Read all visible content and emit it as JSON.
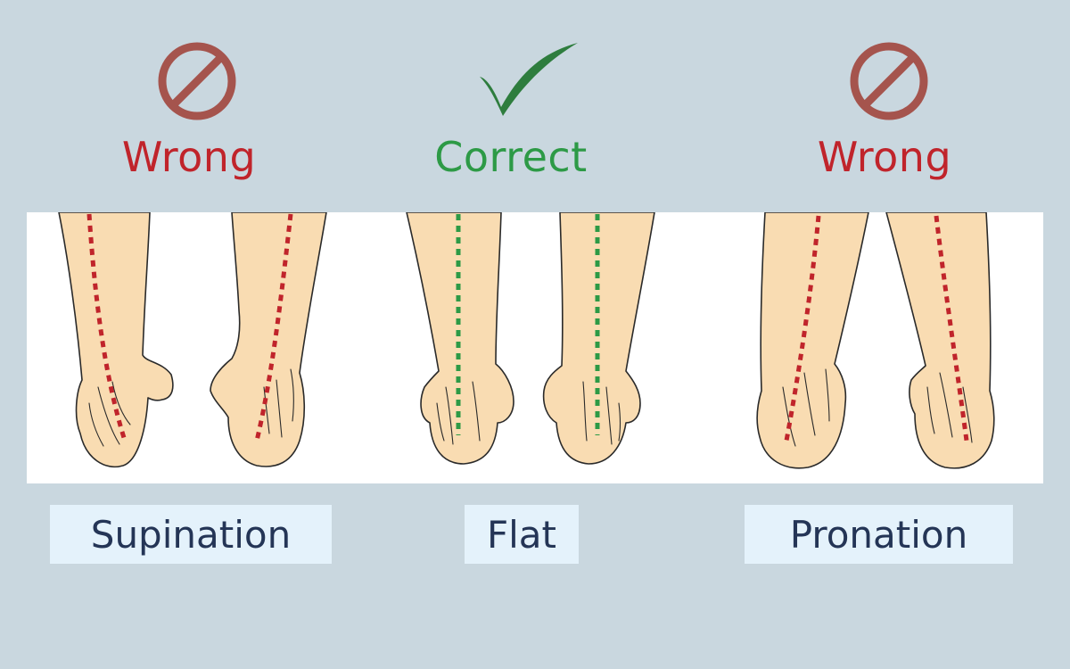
{
  "colors": {
    "wrong": "#c0242b",
    "correct": "#2d9a46",
    "prohibit_icon": "#a5544d",
    "check_icon": "#2e7d3e",
    "skin": "#f9dcb2",
    "outline": "#2a2a2a",
    "caption_bg": "#e4f2fb",
    "caption_text": "#243556"
  },
  "icons": {
    "left": "prohibit-icon",
    "center": "checkmark-icon",
    "right": "prohibit-icon"
  },
  "columns": [
    {
      "status": "Wrong",
      "caption": "Supination",
      "line_color": "wrong"
    },
    {
      "status": "Correct",
      "caption": "Flat",
      "line_color": "correct"
    },
    {
      "status": "Wrong",
      "caption": "Pronation",
      "line_color": "wrong"
    }
  ]
}
